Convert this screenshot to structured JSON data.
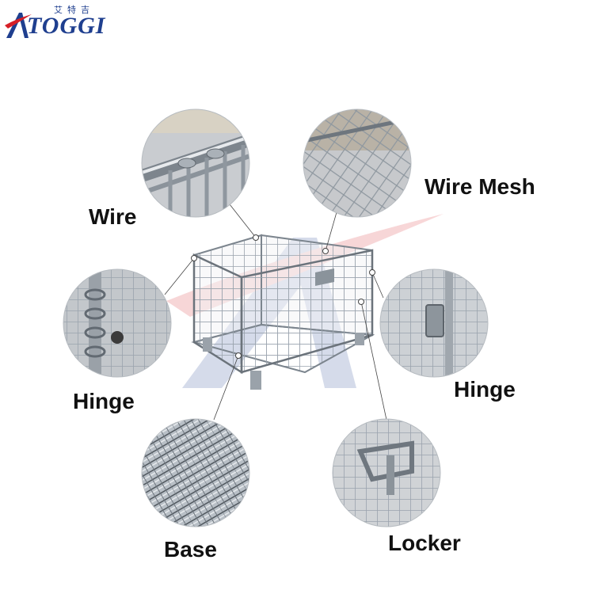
{
  "logo": {
    "chinese": "艾特吉",
    "wordmark": "TOGGI",
    "colors": {
      "blue": "#1f3f8f",
      "red": "#d62027"
    }
  },
  "callouts": [
    {
      "id": "wire",
      "label": "Wire"
    },
    {
      "id": "wire-mesh",
      "label": "Wire Mesh"
    },
    {
      "id": "hinge-left",
      "label": "Hinge"
    },
    {
      "id": "hinge-right",
      "label": "Hinge"
    },
    {
      "id": "base",
      "label": "Base"
    },
    {
      "id": "locker",
      "label": "Locker"
    }
  ]
}
